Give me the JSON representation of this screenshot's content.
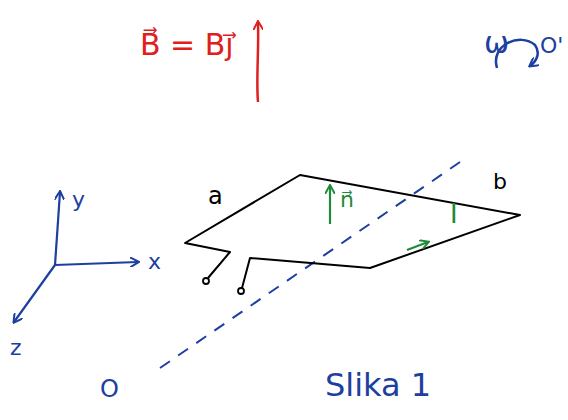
{
  "diagram": {
    "labels": [
      "B⃗ = Bj⃗",
      "ω",
      "O'",
      "b",
      "a",
      "n⃗",
      "I",
      "y",
      "x",
      "z",
      "O",
      "Slika 1"
    ]
  }
}
